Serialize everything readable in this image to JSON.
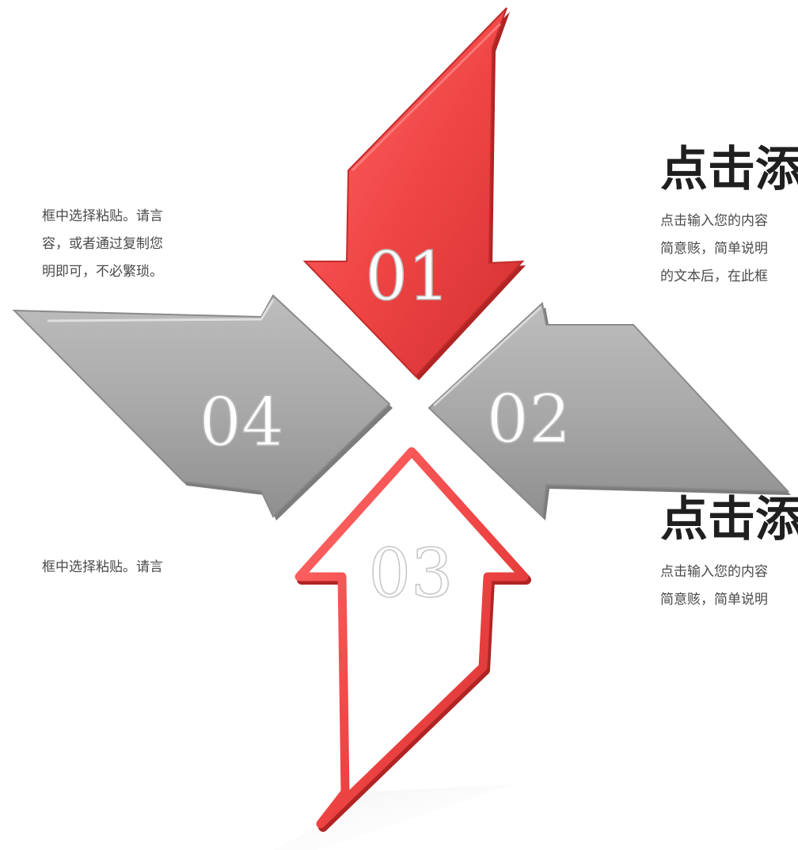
{
  "arrows": {
    "n01": "01",
    "n02": "02",
    "n03": "03",
    "n04": "04"
  },
  "blocks": {
    "top_right": {
      "heading": "点击添",
      "lines": [
        "点击输入您的内容",
        "简意赅，简单说明",
        "的文本后，在此框"
      ]
    },
    "bottom_right": {
      "heading": "点击添",
      "lines": [
        "点击输入您的内容",
        "简意赅，简单说明"
      ]
    },
    "top_left": {
      "lines": [
        "框中选择粘贴。请言",
        "容，或者通过复制您",
        "明即可，不必繁琐。"
      ]
    },
    "bottom_left": {
      "lines": [
        "框中选择粘贴。请言"
      ]
    }
  },
  "colors": {
    "red": "#f04848",
    "gray": "#a9a9a9"
  }
}
